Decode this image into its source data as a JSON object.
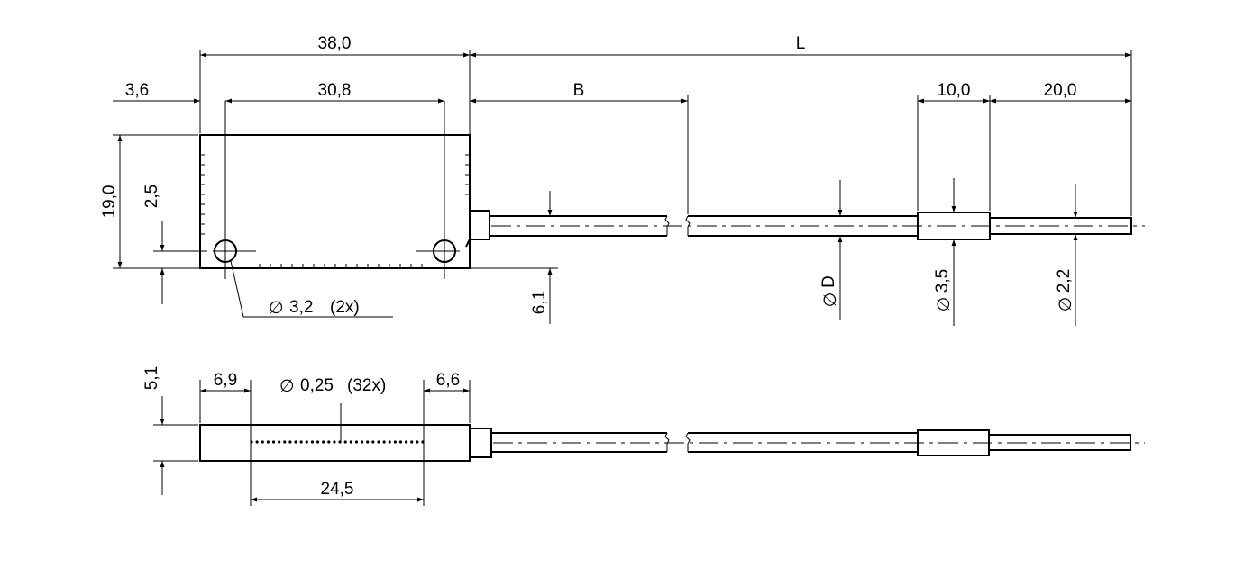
{
  "dimensions": {
    "length_38": "38,0",
    "length_L": "L",
    "offset_3_6": "3,6",
    "hole_spacing": "30,8",
    "length_B": "B",
    "sleeve_10": "10,0",
    "end_20": "20,0",
    "height_19": "19,0",
    "hole_height": "2,5",
    "hole_dia_sym": "∅",
    "hole_dia": "3,2",
    "hole_count": "(2x)",
    "cable_height": "6,1",
    "dia_D_sym": "∅",
    "dia_D": "D",
    "dia_3_5_sym": "∅",
    "dia_3_5": "3,5",
    "dia_2_2_sym": "∅",
    "dia_2_2": "2,2",
    "thickness": "5,1",
    "led_left": "6,9",
    "led_dia_sym": "∅",
    "led_dia": "0,25",
    "led_count": "(32x)",
    "led_right": "6,6",
    "led_span": "24,5"
  }
}
